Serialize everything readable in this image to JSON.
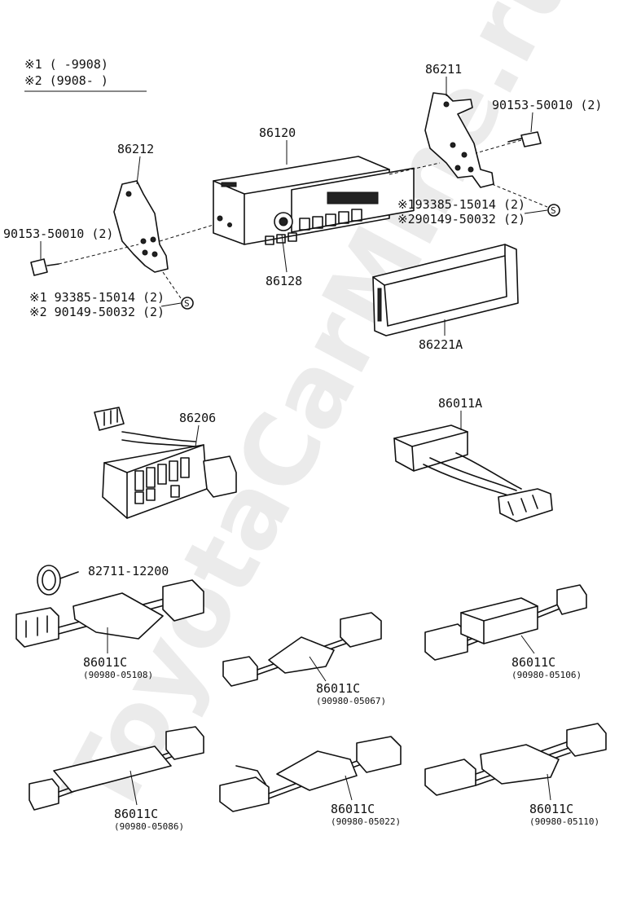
{
  "watermark": "ToyotaCarMine.ru",
  "notes": {
    "note1": "※1 (      -9908)",
    "note2": "※2 (9908-      )"
  },
  "labels": {
    "p86120": "86120",
    "p86128": "86128",
    "p86211": "86211",
    "p86212": "86212",
    "bolt_right": "90153-50010 (2)",
    "bolt_left": "90153-50010 (2)",
    "screw_right_1": "※193385-15014 (2)",
    "screw_right_2": "※290149-50032 (2)",
    "screw_left_1": "※1 93385-15014 (2)",
    "screw_left_2": "※2 90149-50032 (2)",
    "p86221A": "86221A",
    "p86206": "86206",
    "p86011A": "86011A",
    "clamp": "82711-12200",
    "c1_main": "86011C",
    "c1_sub": "(90980-05108)",
    "c2_main": "86011C",
    "c2_sub": "(90980-05067)",
    "c3_main": "86011C",
    "c3_sub": "(90980-05106)",
    "c4_main": "86011C",
    "c4_sub": "(90980-05086)",
    "c5_main": "86011C",
    "c5_sub": "(90980-05022)",
    "c6_main": "86011C",
    "c6_sub": "(90980-05110)",
    "screw_mark": "S"
  }
}
